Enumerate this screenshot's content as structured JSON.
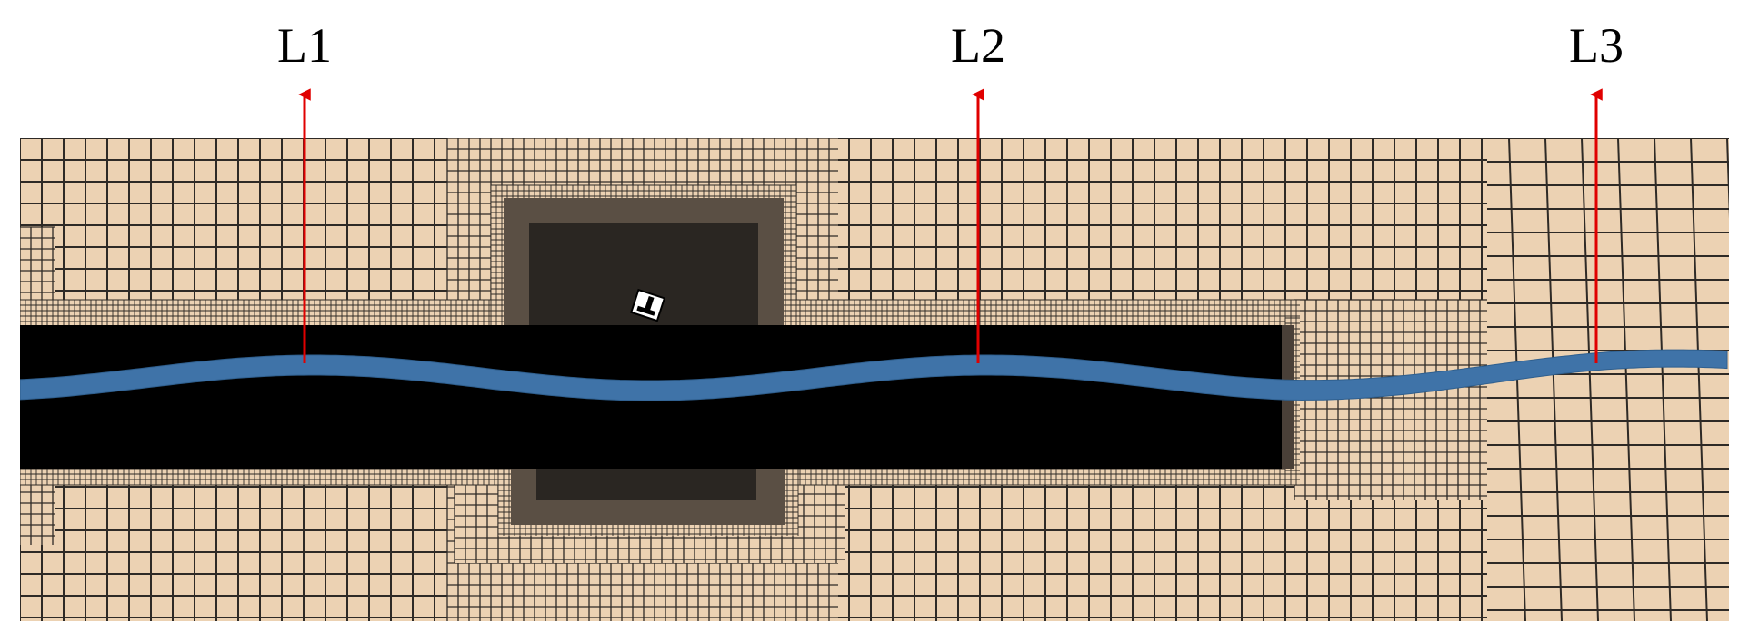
{
  "probe_lines": [
    {
      "id": "L1",
      "label": "L1"
    },
    {
      "id": "L2",
      "label": "L2"
    },
    {
      "id": "L3",
      "label": "L3"
    }
  ],
  "colors": {
    "background_domain": "#ecd2b3",
    "grid_line": "#2e2a26",
    "refined_region": "#000000",
    "free_surface": "#3f73a8",
    "probe_arrow": "#e00000",
    "label_text": "#000000"
  },
  "icons": {
    "body": "ship-hull-icon"
  }
}
